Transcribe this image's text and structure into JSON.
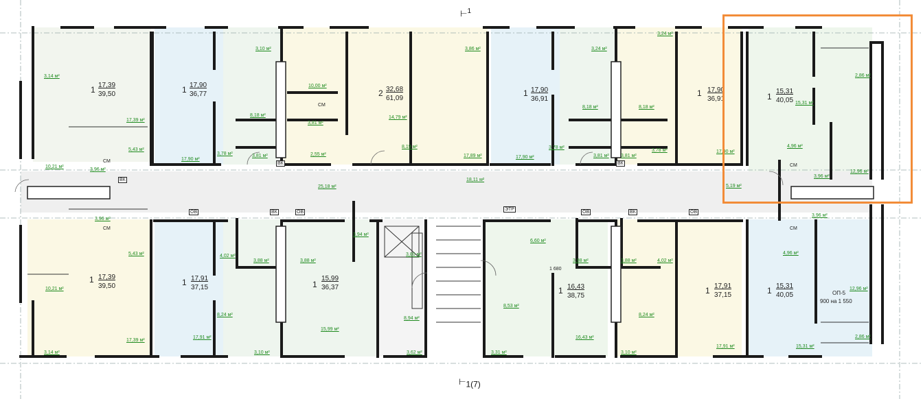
{
  "accent_color": "#f28c38",
  "room_fills": {
    "blue": "#e8f3f8",
    "green": "#eef6ec",
    "cream": "#fbf8e6",
    "grey": "#f2f4f2",
    "corridor": "#f0f0f0"
  },
  "axis": {
    "top": "1",
    "bottom": "1(7)"
  },
  "section_note": {
    "code": "ОП-5",
    "size": "900 на 1 550"
  },
  "flats": [
    {
      "rooms": "1",
      "living": "17,39",
      "total": "39,50"
    },
    {
      "rooms": "1",
      "living": "17,90",
      "total": "36,77"
    },
    {
      "rooms": "2",
      "living": "32,68",
      "total": "61,09"
    },
    {
      "rooms": "1",
      "living": "17,90",
      "total": "36,91"
    },
    {
      "rooms": "1",
      "living": "17,90",
      "total": "36,91"
    },
    {
      "rooms": "1",
      "living": "15,31",
      "total": "40,05"
    },
    {
      "rooms": "1",
      "living": "17,39",
      "total": "39,50"
    },
    {
      "rooms": "1",
      "living": "17,91",
      "total": "37,15"
    },
    {
      "rooms": "1",
      "living": "15,99",
      "total": "36,37"
    },
    {
      "rooms": "1",
      "living": "16,43",
      "total": "38,75"
    },
    {
      "rooms": "1",
      "living": "17,91",
      "total": "37,15"
    },
    {
      "rooms": "1",
      "living": "15,31",
      "total": "40,05"
    }
  ],
  "areas": [
    "3,14 м²",
    "17,39 м²",
    "5,43 м²",
    "10,21 м²",
    "3,96 м²",
    "17,90 м²",
    "3,10 м²",
    "8,18 м²",
    "3,78 м²",
    "3,81 м²",
    "10,00 м²",
    "3,81 м²",
    "2,55 м²",
    "3,86 м²",
    "14,79 м²",
    "8,19 м²",
    "17,89 м²",
    "3,24 м²",
    "8,18 м²",
    "3,78 м²",
    "17,90 м²",
    "3,81 м²",
    "3,24 м²",
    "8,18 м²",
    "3,78 м²",
    "17,90 м²",
    "3,81 м²",
    "2,86 м²",
    "15,31 м²",
    "4,96 м²",
    "3,96 м²",
    "12,96 м²",
    "5,19 м²",
    "25,18 м²",
    "18,11 м²",
    "3,96 м²",
    "5,43 м²",
    "10,21 м²",
    "17,39 м²",
    "3,14 м²",
    "4,02 м²",
    "3,88 м²",
    "8,24 м²",
    "17,91 м²",
    "3,10 м²",
    "3,94 м²",
    "3,88 м²",
    "15,99 м²",
    "3,62 м²",
    "3,80 м²",
    "8,94 м²",
    "6,60 м²",
    "8,53 м²",
    "3,31 м²",
    "16,43 м²",
    "3,88 м²",
    "3,88 м²",
    "4,02 м²",
    "8,24 м²",
    "17,91 м²",
    "3,10 м²",
    "3,96 м²",
    "4,96 м²",
    "12,96 м²",
    "2,86 м²",
    "15,31 м²"
  ],
  "tags": {
    "vk": "ВК",
    "ov": "ОВ",
    "etr": "ЭТР",
    "sm": "СМ",
    "dim": "1 680"
  }
}
